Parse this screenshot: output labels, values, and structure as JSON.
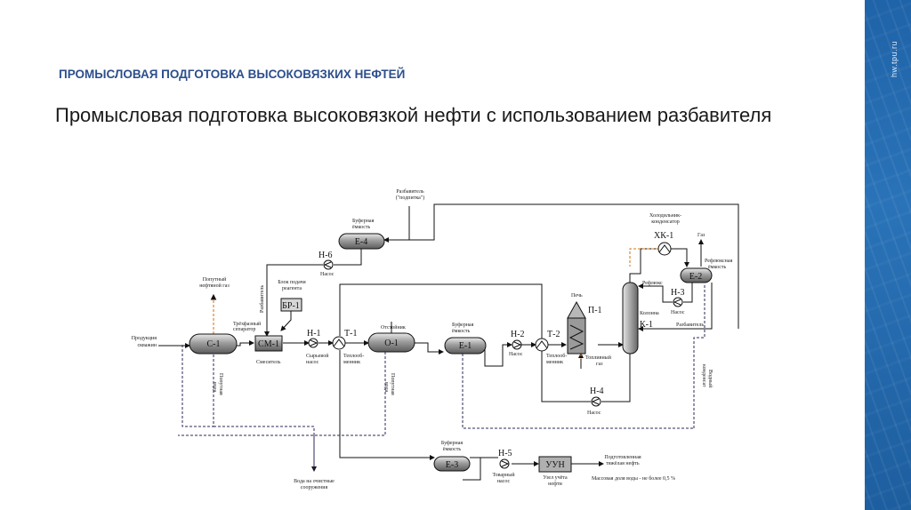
{
  "slide": {
    "site": "hw.tpu.ru",
    "heading": "ПРОМЫСЛОВАЯ ПОДГОТОВКА ВЫСОКОВЯЗКИХ НЕФТЕЙ",
    "subtitle": "Промысловая подготовка высоковязкой нефти с использованием разбавителя"
  },
  "diagram": {
    "equipment": {
      "c1": "С-1",
      "cm1": "СМ-1",
      "br1": "БР-1",
      "e4": "Е-4",
      "o1": "О-1",
      "e1": "Е-1",
      "p1": "П-1",
      "k1": "К-1",
      "e2": "Е-2",
      "e3": "Е-3",
      "uun": "УУН",
      "xk1": "ХК-1",
      "t1": "Т-1",
      "t2": "Т-2",
      "h1": "Н-1",
      "h2": "Н-2",
      "h3": "Н-3",
      "h4": "Н-4",
      "h5": "Н-5",
      "h6": "Н-6"
    },
    "labels": {
      "diluent_top_1": "Разбавитель",
      "diluent_top_2": "(\"подпитка\")",
      "buffer_e4_1": "Буферная",
      "buffer_e4_2": "ёмкость",
      "pump_h6": "Насос",
      "associated_gas_1": "Попутный",
      "associated_gas_2": "нефтяной газ",
      "reagent_1": "Блок подачи",
      "reagent_2": "реагента",
      "diluent_vertical": "Разбавитель",
      "threephase_1": "Трёхфазный",
      "threephase_2": "сепаратор",
      "wells_1": "Продукция",
      "wells_2": "скважин",
      "mixer": "Смеситель",
      "raw_pump_1": "Сырьевой",
      "raw_pump_2": "насос",
      "hx1_1": "Теплооб-",
      "hx1_2": "менник",
      "settler": "Отстойник",
      "buffer_e1_1": "Буферная",
      "buffer_e1_2": "ёмкость",
      "pump_h2": "Насос",
      "hx2_1": "Теплооб-",
      "hx2_2": "менник",
      "furnace": "Печь",
      "fuel_gas_1": "Топливный",
      "fuel_gas_2": "газ",
      "column_1": "Колонна",
      "column_2": "К-1",
      "cooler_1": "Холодильник-",
      "cooler_2": "конденсатор",
      "gas": "Газ",
      "reflux_tank_1": "Рефлюксная",
      "reflux_tank_2": "ёмкость",
      "reflux": "Рефлюкс",
      "pump_h3": "Насос",
      "diluent_return": "Разбавитель",
      "pump_h4": "Насос",
      "assoc_water_1": "Попутная",
      "assoc_water_2": "вода",
      "assoc_water2_1": "Попутная",
      "assoc_water2_2": "вода",
      "cond_water_1": "Водный",
      "cond_water_2": "конденсат",
      "treatment_1": "Вода на очистные",
      "treatment_2": "сооружения",
      "buffer_e3_1": "Буферная",
      "buffer_e3_2": "ёмкость",
      "commodity_pump_1": "Товарный",
      "commodity_pump_2": "насос",
      "metering_1": "Узел учёта",
      "metering_2": "нефти",
      "prepared_oil_1": "Подготовленная",
      "prepared_oil_2": "тяжёлая нефть",
      "water_content": "Массовая доля воды - не более 0,5 %"
    }
  }
}
